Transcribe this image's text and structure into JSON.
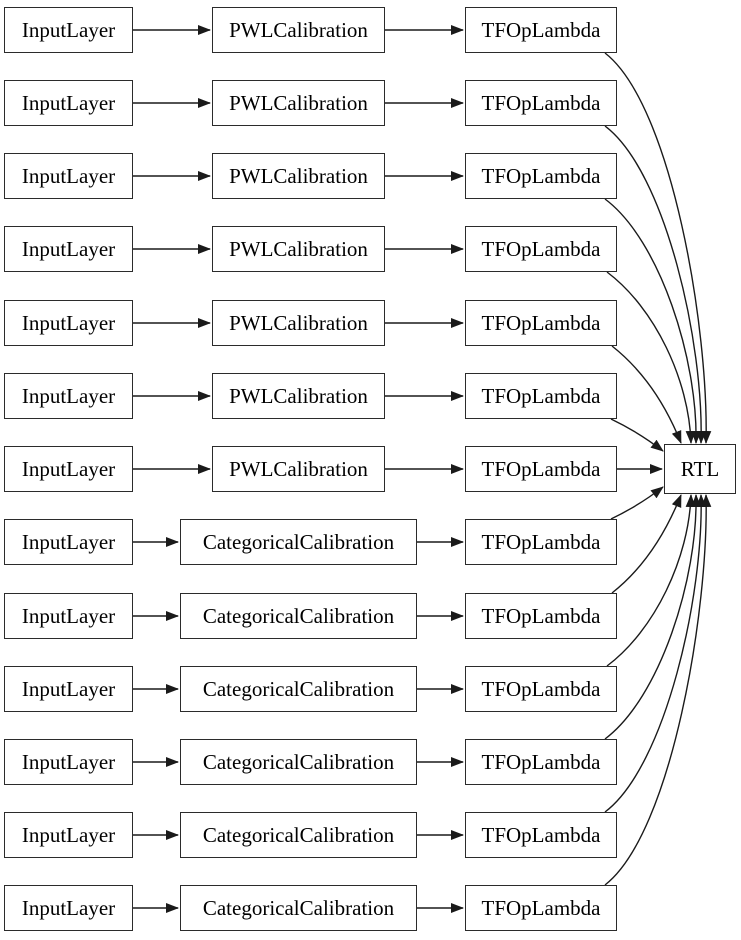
{
  "diagram": {
    "type": "model-graph",
    "background_color": "#ffffff",
    "node_fill_color": "#ffffff",
    "node_border_color": "#2b2b2b",
    "edge_color": "#1a1a1a",
    "text_color": "#000000",
    "output_node": {
      "label": "RTL"
    },
    "rows": [
      {
        "input": "InputLayer",
        "calibration": "PWLCalibration",
        "lambda": "TFOpLambda"
      },
      {
        "input": "InputLayer",
        "calibration": "PWLCalibration",
        "lambda": "TFOpLambda"
      },
      {
        "input": "InputLayer",
        "calibration": "PWLCalibration",
        "lambda": "TFOpLambda"
      },
      {
        "input": "InputLayer",
        "calibration": "PWLCalibration",
        "lambda": "TFOpLambda"
      },
      {
        "input": "InputLayer",
        "calibration": "PWLCalibration",
        "lambda": "TFOpLambda"
      },
      {
        "input": "InputLayer",
        "calibration": "PWLCalibration",
        "lambda": "TFOpLambda"
      },
      {
        "input": "InputLayer",
        "calibration": "PWLCalibration",
        "lambda": "TFOpLambda"
      },
      {
        "input": "InputLayer",
        "calibration": "CategoricalCalibration",
        "lambda": "TFOpLambda"
      },
      {
        "input": "InputLayer",
        "calibration": "CategoricalCalibration",
        "lambda": "TFOpLambda"
      },
      {
        "input": "InputLayer",
        "calibration": "CategoricalCalibration",
        "lambda": "TFOpLambda"
      },
      {
        "input": "InputLayer",
        "calibration": "CategoricalCalibration",
        "lambda": "TFOpLambda"
      },
      {
        "input": "InputLayer",
        "calibration": "CategoricalCalibration",
        "lambda": "TFOpLambda"
      },
      {
        "input": "InputLayer",
        "calibration": "CategoricalCalibration",
        "lambda": "TFOpLambda"
      }
    ]
  }
}
